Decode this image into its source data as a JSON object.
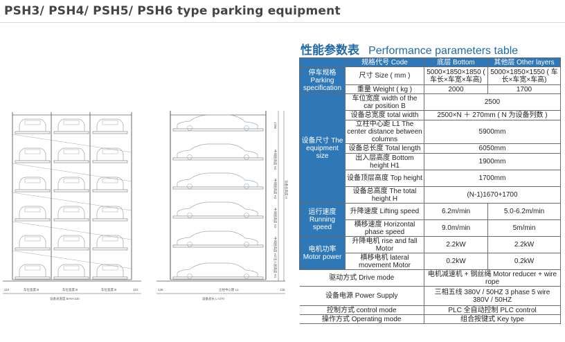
{
  "page_title": "PSH3/ PSH4/ PSH5/ PSH6 type parking equipment",
  "perf_heading": {
    "zh": "性能参数表",
    "en": "Performance parameters table"
  },
  "table": {
    "headers": [
      "规格代号 Code",
      "底层  Bottom",
      "其他层 Other layers"
    ],
    "groups": {
      "parking": "停车规格 Parking specification",
      "equipment": "设备尺寸 The equipment size",
      "speed": "运行速度 Running speed",
      "power": "电机功率 Motor power"
    },
    "rows": {
      "size_label": "尺寸 Size ( mm )",
      "size_bottom": "5000×1850×1850 ( 车长×车宽×车高)",
      "size_other": "5000×1850×1550 ( 车长×车宽×车高)",
      "weight_label": "重量 Weight ( kg )",
      "weight_bottom": "2000",
      "weight_other": "1700",
      "width_b_label": "车位宽度 width of the car position  B",
      "width_b_value": "2500",
      "total_width_label": "设备总宽度 total width",
      "total_width_value": "2500×N ＋ 270mm ( N 为设备列数 )",
      "center_label": "立柱中心距 L1 The center distance between columns",
      "center_value": "5900mm",
      "length_label": "设备总长度 Total length",
      "length_value": "6050mm",
      "bottom_h_label": "出入层高度 Bottom height H1",
      "bottom_h_value": "1900mm",
      "top_h_label": "设备顶层高度 Top height",
      "top_h_value": "1700mm",
      "total_h_label": "设备总高度 The total height H",
      "total_h_value": "(N-1)1670+1700",
      "lift_speed_label": "升降速度 Lifting speed",
      "lift_speed_bottom": "6.2m/min",
      "lift_speed_other": "5.0-6.2m/min",
      "horiz_speed_label": "横移速度 Horizontal phase speed",
      "horiz_speed_bottom": "9.0m/min",
      "horiz_speed_other": "5m/min",
      "lift_motor_label": "升降电机 rise and fall Motor",
      "lift_motor_bottom": "2.2kW",
      "lift_motor_other": "2.2kW",
      "lat_motor_label": "横移电机 lateral movement Motor",
      "lat_motor_bottom": "0.2kW",
      "lat_motor_other": "0.2kW",
      "drive_label": "驱动方式 Drive mode",
      "drive_value": "电机减速机 + 钢丝绳 Motor reducer + wire rope",
      "supply_label": "设备电源 Power Supply",
      "supply_value": "三相五线 380V  /  50HZ 3 phase 5 wire 380V  / 50HZ",
      "control_label": "控制方式 control mode",
      "control_value": "PLC 全自动控制   PLC control",
      "operating_label": "操作方式 Operating mode",
      "operating_value": "组合按键式  Key type"
    }
  },
  "drawing": {
    "front_labels": {
      "left_dim": "110",
      "right_dim": "110",
      "width_b": "车位宽度 B",
      "total_width": "设备总宽度 B×N+220"
    },
    "side_labels": {
      "left_dim": "135",
      "right_dim": "135",
      "l1": "立柱中心距 L1",
      "total_length": "设备总长 L+270",
      "top_dim": "1700",
      "middle_h": "中间层高度 H2",
      "bottom_h": "出入层高度 H1",
      "total_h": "设备总高度 H"
    },
    "colors": {
      "line": "#6e6e6e",
      "car": "#9aa8b4",
      "dim": "#555555"
    }
  }
}
